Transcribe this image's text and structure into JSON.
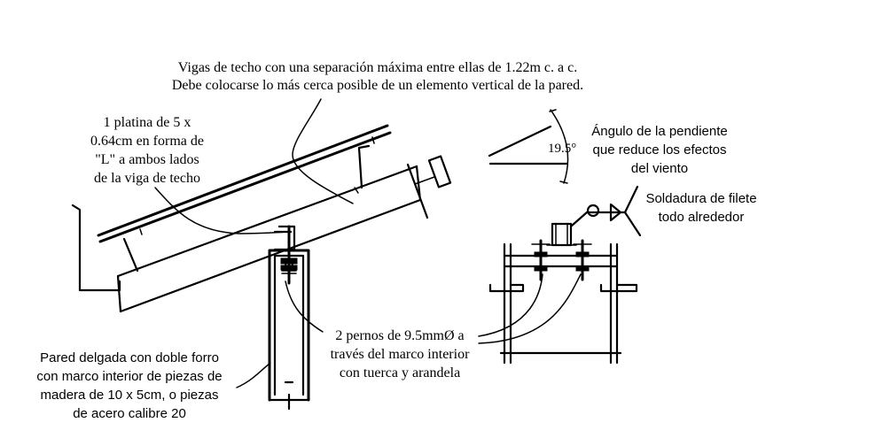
{
  "labels": {
    "rafters": {
      "line1": "Vigas de techo con una separación máxima entre ellas de 1.22m c. a c.",
      "line2": "Debe colocarse lo más cerca posible de un elemento vertical de la pared."
    },
    "plate": {
      "line1": "1 platina de 5 x",
      "line2": "0.64cm en forma de",
      "line3": "\"L\" a ambos lados",
      "line4": "de la viga de techo"
    },
    "slope": {
      "line1": "Ángulo de la pendiente",
      "line2": "que reduce los efectos",
      "line3": "del viento"
    },
    "angle_value": "19.5°",
    "weld": {
      "line1": "Soldadura de filete",
      "line2": "todo alrededor"
    },
    "bolts": {
      "line1": "2 pernos de 9.5mmØ a",
      "line2": "través del marco interior",
      "line3": "con tuerca y arandela"
    },
    "wall": {
      "line1": "Pared delgada con doble forro",
      "line2": "con marco interior de piezas de",
      "line3": "madera de 10 x 5cm, o piezas",
      "line4": "de acero calibre 20"
    }
  },
  "icons": [
    "weld-symbol-icon",
    "bolt-icon",
    "angle-icon"
  ]
}
